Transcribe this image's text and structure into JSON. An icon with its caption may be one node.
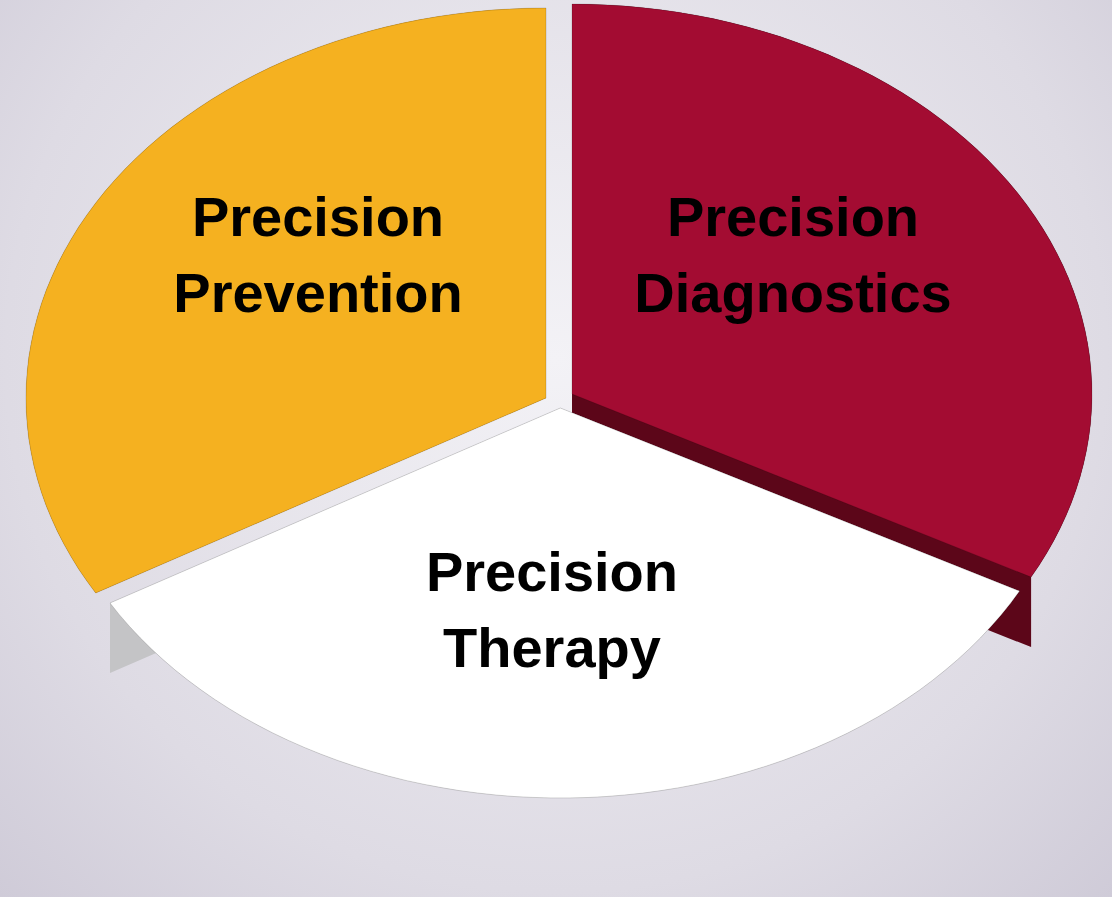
{
  "diagram": {
    "nodes": [
      {
        "text": [
          "Precision Prevention"
        ]
      },
      {
        "text": [
          "Precision Diagnostics"
        ]
      },
      {
        "text": [
          "Precision Therapy"
        ]
      }
    ]
  }
}
